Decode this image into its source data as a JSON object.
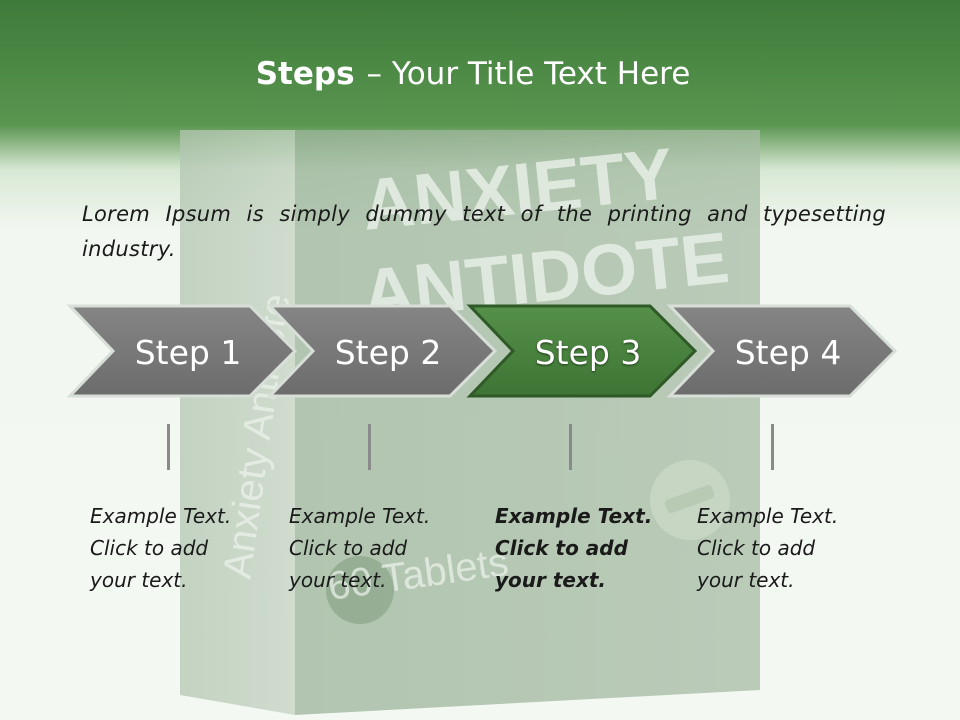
{
  "header": {
    "title_strong": "Steps",
    "title_rest": "– Your Title Text Here"
  },
  "intro": {
    "text": "Lorem Ipsum is simply dummy text of the printing and typesetting industry."
  },
  "background": {
    "box_line1": "ANXIETY",
    "box_line2": "ANTIDOTE",
    "box_side": "Anxiety Antidote",
    "box_bottom": "60 Tablets"
  },
  "steps": [
    {
      "label": "Step 1",
      "active": false,
      "note": {
        "line1": "Example Text.",
        "line2": "Click  to add",
        "line3": "your text."
      }
    },
    {
      "label": "Step 2",
      "active": false,
      "note": {
        "line1": "Example Text.",
        "line2": "Click  to add",
        "line3": "your text."
      }
    },
    {
      "label": "Step 3",
      "active": true,
      "note": {
        "line1": "Example Text.",
        "line2": "Click  to add",
        "line3": "your text."
      }
    },
    {
      "label": "Step 4",
      "active": false,
      "note": {
        "line1": "Example Text.",
        "line2": "Click  to add",
        "line3": "your text."
      }
    }
  ],
  "colors": {
    "accent": "#4a7f3f",
    "arrow_gray": "#7b7b7b",
    "header_green": "#4d8a45"
  }
}
